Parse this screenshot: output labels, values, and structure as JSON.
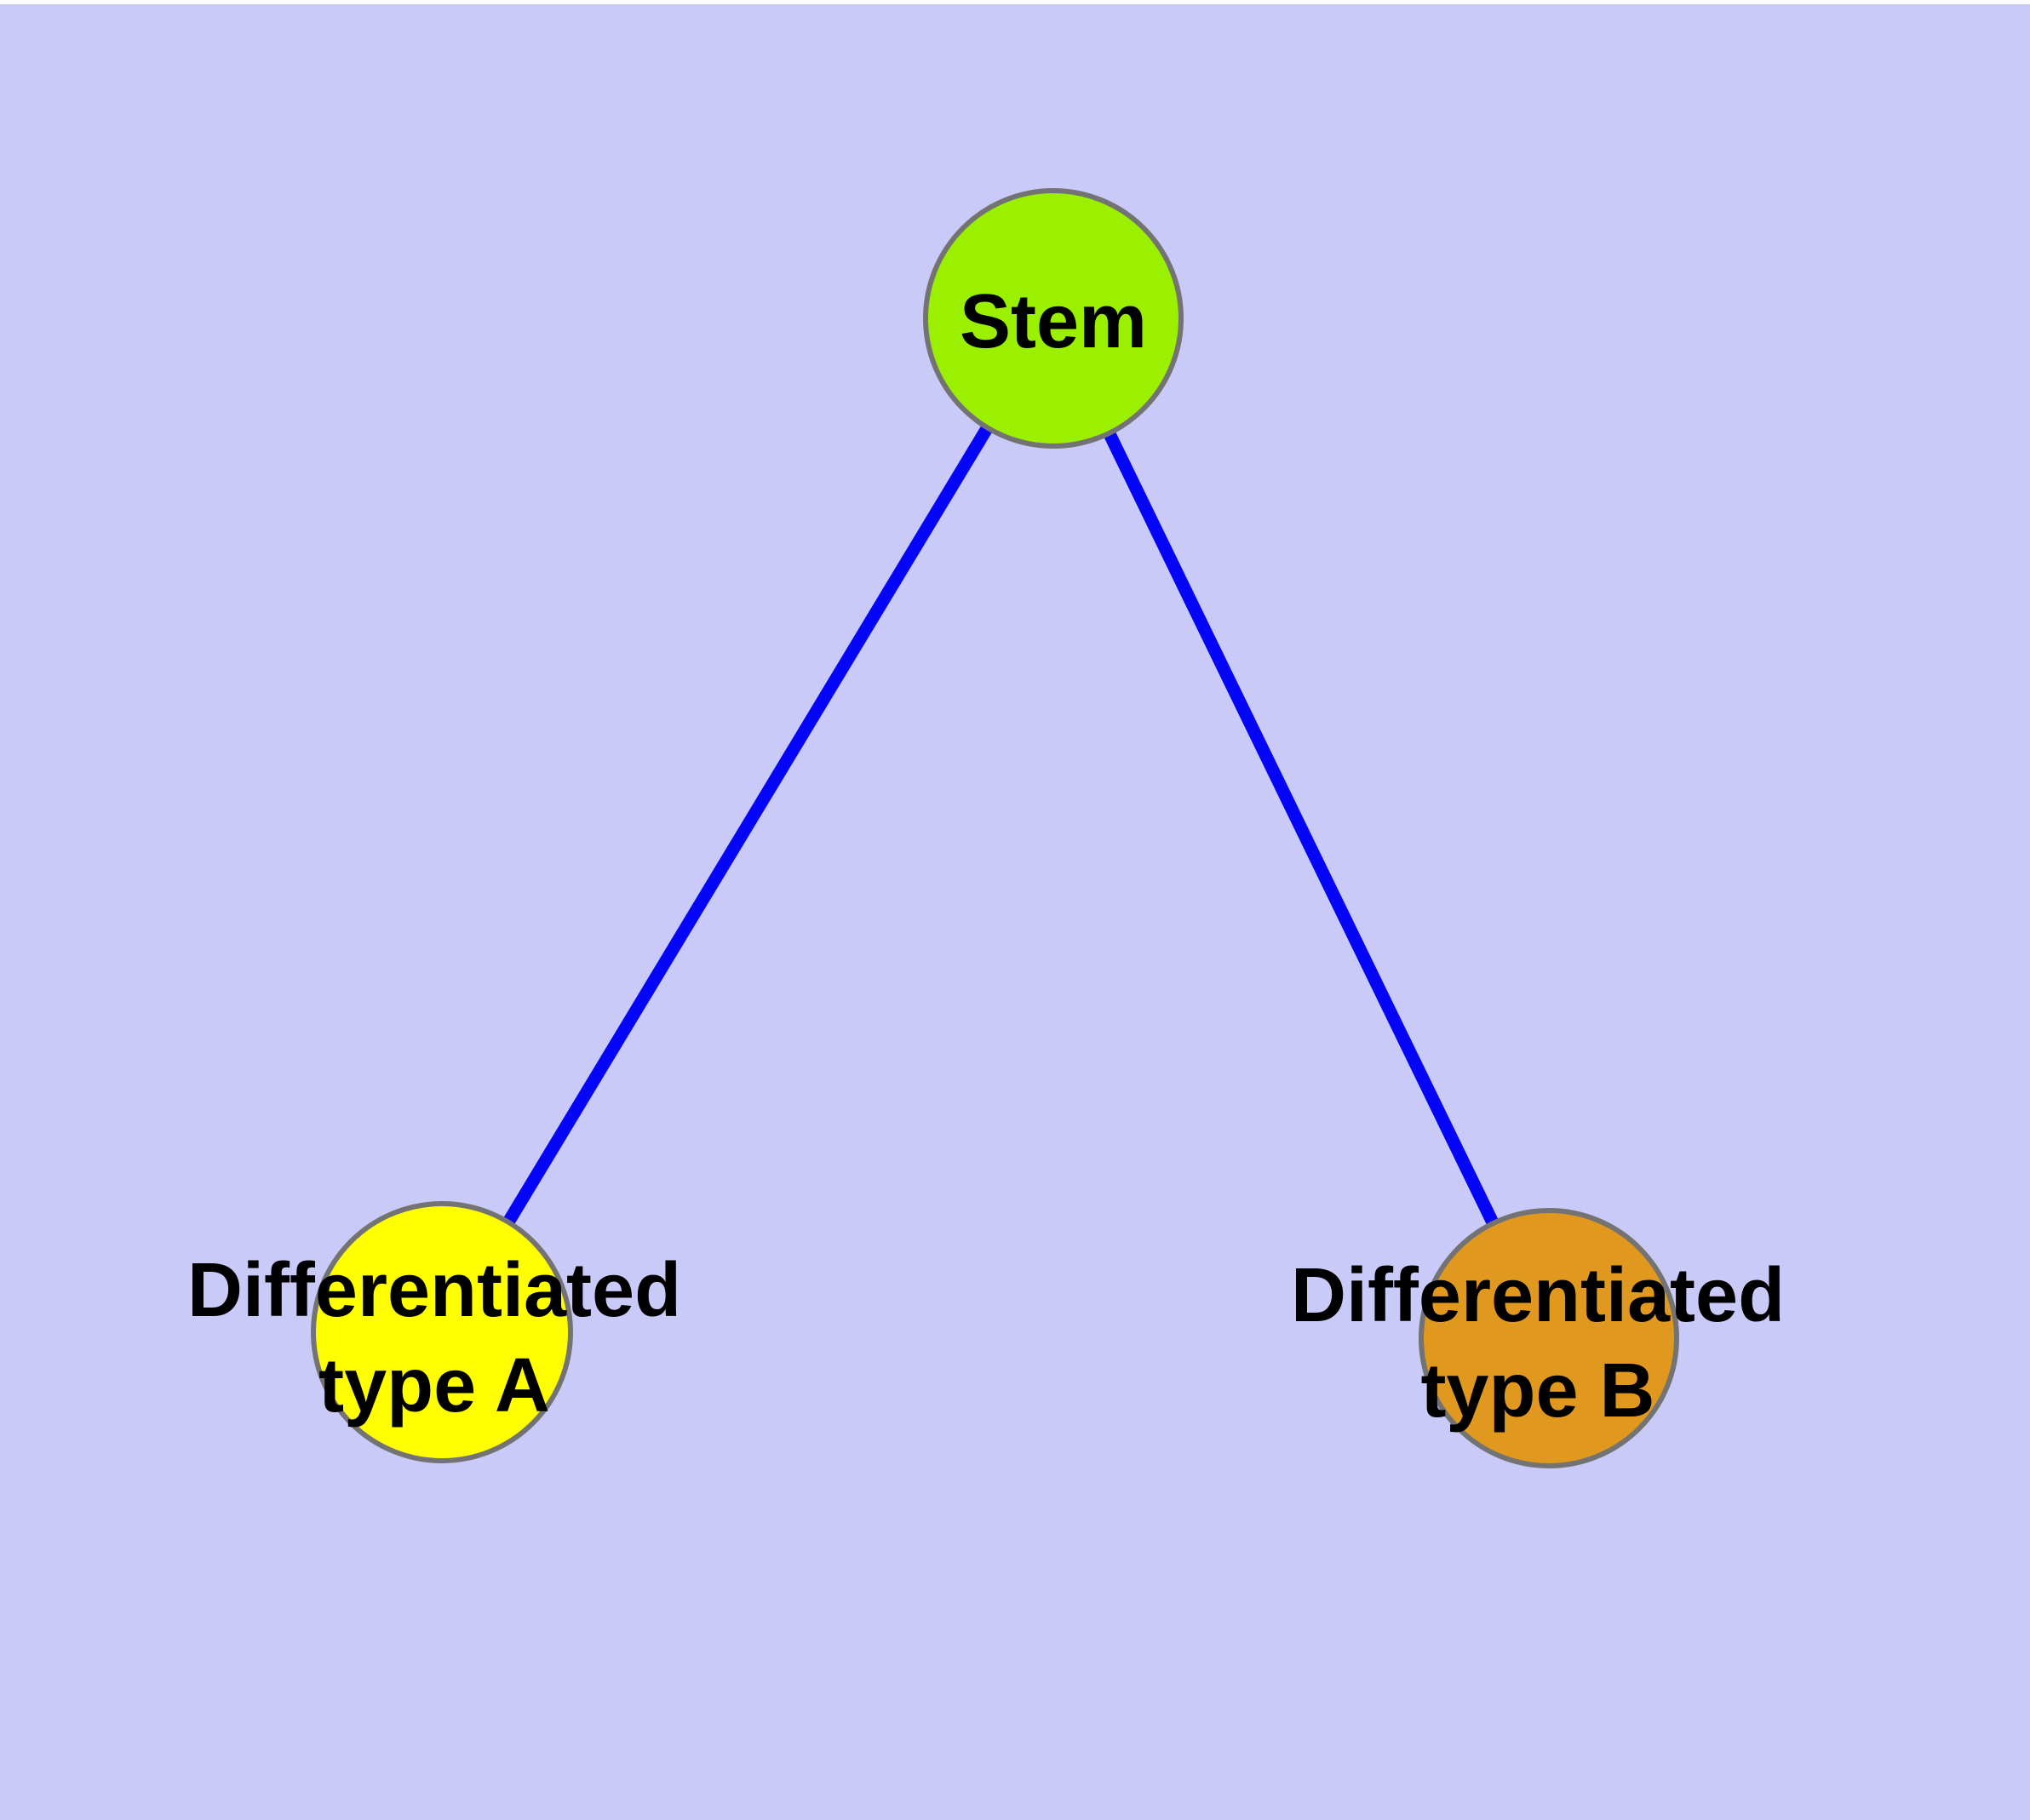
{
  "diagram": {
    "background_color": "#CACAF8",
    "top_strip_color": "#FFFFFF",
    "edge_color": "#0404F8",
    "node_border_color": "#737373",
    "label_text_color": "#000000",
    "nodes": [
      {
        "id": "stem",
        "label": "Stem",
        "fill": "#9BF000"
      },
      {
        "id": "type-a",
        "label": "Differentiated\ntype A",
        "fill": "#FFFF00"
      },
      {
        "id": "type-b",
        "label": "Differentiated\ntype B",
        "fill": "#E0981E"
      }
    ],
    "edges": [
      {
        "from": "stem",
        "to": "type-a"
      },
      {
        "from": "stem",
        "to": "type-b"
      }
    ]
  }
}
